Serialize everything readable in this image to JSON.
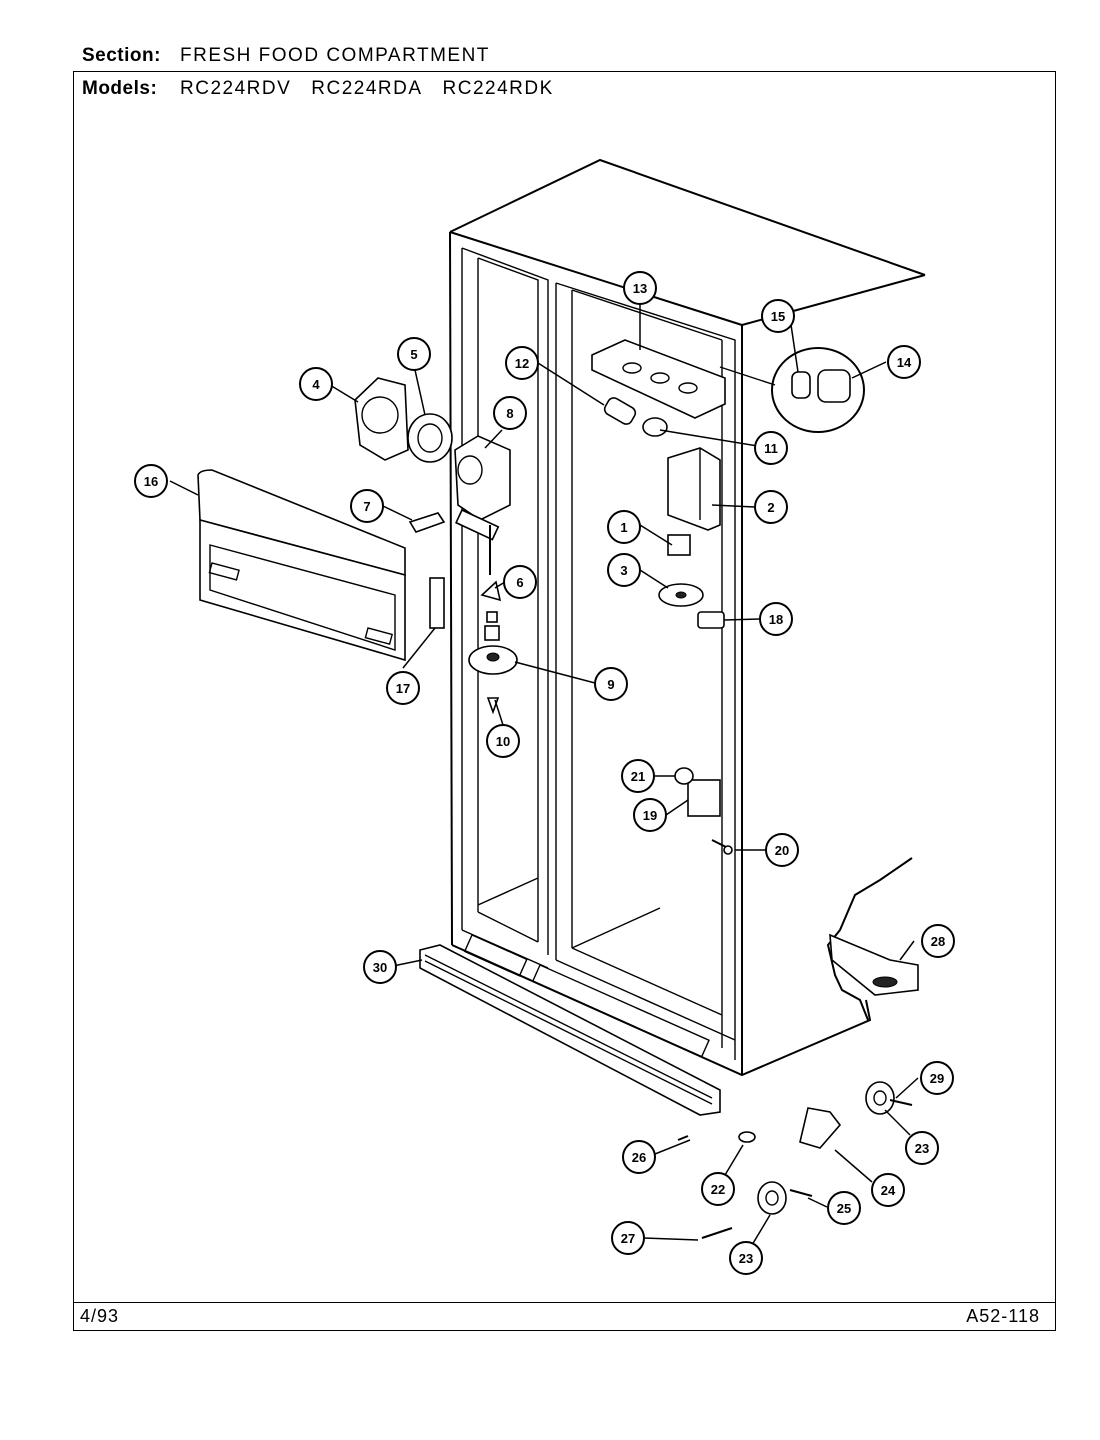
{
  "header": {
    "section_label": "Section:",
    "section_value": "FRESH FOOD COMPARTMENT",
    "models_label": "Models:",
    "models": [
      "RC224RDV",
      "RC224RDA",
      "RC224RDK"
    ]
  },
  "footer": {
    "date": "4/93",
    "diagram_code": "A52-118"
  },
  "callouts": [
    "1",
    "2",
    "3",
    "4",
    "5",
    "6",
    "7",
    "8",
    "9",
    "10",
    "11",
    "12",
    "13",
    "14",
    "15",
    "16",
    "17",
    "18",
    "19",
    "20",
    "21",
    "22",
    "23",
    "23",
    "24",
    "25",
    "26",
    "27",
    "28",
    "29",
    "30"
  ]
}
